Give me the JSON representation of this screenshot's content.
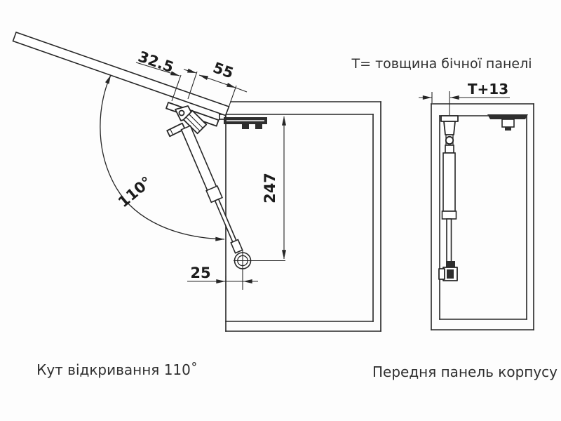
{
  "drawing": {
    "title": "Т= товщина бічної панелі",
    "caption_left": "Кут відкривання 110˚",
    "caption_right": "Передня панель корпусу",
    "dims": {
      "flap_offset": "32.5",
      "flap_overhang": "55",
      "mount_height": "247",
      "mount_inset": "25",
      "opening_angle": "110°",
      "front_gap": "T+13"
    },
    "colors": {
      "line": "#262626",
      "label": "#2f2f2f",
      "background": "#fdfdfd"
    }
  }
}
